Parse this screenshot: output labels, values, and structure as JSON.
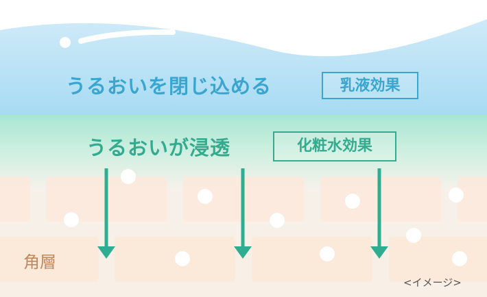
{
  "lotion": {
    "text": "うるおいを閉じ込める",
    "badge": "乳液効果"
  },
  "toner": {
    "text": "うるおいが浸透",
    "badge": "化粧水効果"
  },
  "skin": {
    "layer_label": "角層"
  },
  "note": "<イメージ>",
  "colors": {
    "lotion_blue": "#3aa6cf",
    "toner_green": "#34aa8f",
    "cell": "#fbe9da",
    "label_brown": "#c08860"
  }
}
